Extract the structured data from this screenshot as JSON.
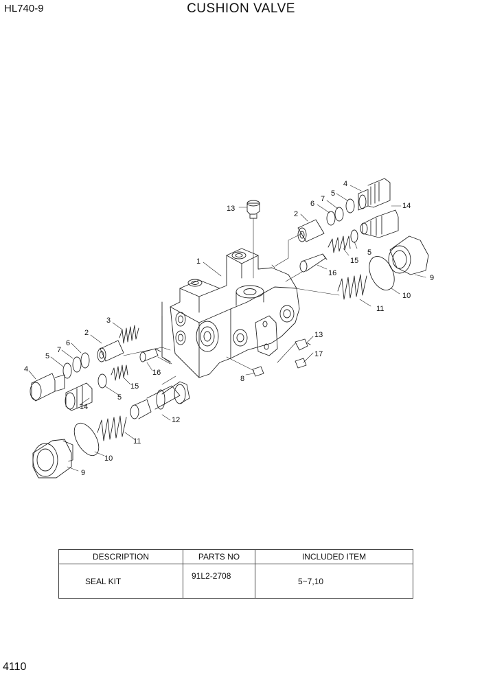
{
  "header": {
    "model": "HL740-9",
    "title": "CUSHION VALVE"
  },
  "diagram": {
    "callouts": [
      {
        "label": "1"
      },
      {
        "label": "2"
      },
      {
        "label": "2"
      },
      {
        "label": "3"
      },
      {
        "label": "4"
      },
      {
        "label": "4"
      },
      {
        "label": "5"
      },
      {
        "label": "5"
      },
      {
        "label": "5"
      },
      {
        "label": "5"
      },
      {
        "label": "6"
      },
      {
        "label": "6"
      },
      {
        "label": "7"
      },
      {
        "label": "7"
      },
      {
        "label": "8"
      },
      {
        "label": "9"
      },
      {
        "label": "9"
      },
      {
        "label": "10"
      },
      {
        "label": "10"
      },
      {
        "label": "11"
      },
      {
        "label": "11"
      },
      {
        "label": "12"
      },
      {
        "label": "13"
      },
      {
        "label": "13"
      },
      {
        "label": "14"
      },
      {
        "label": "14"
      },
      {
        "label": "15"
      },
      {
        "label": "15"
      },
      {
        "label": "16"
      },
      {
        "label": "16"
      },
      {
        "label": "17"
      }
    ]
  },
  "parts_table": {
    "headers": [
      "DESCRIPTION",
      "PARTS NO",
      "INCLUDED ITEM"
    ],
    "rows": [
      {
        "description": "SEAL KIT",
        "parts_no": "91L2-2708",
        "included_item": "5~7,10"
      }
    ]
  },
  "footer": {
    "page_number": "4110"
  }
}
